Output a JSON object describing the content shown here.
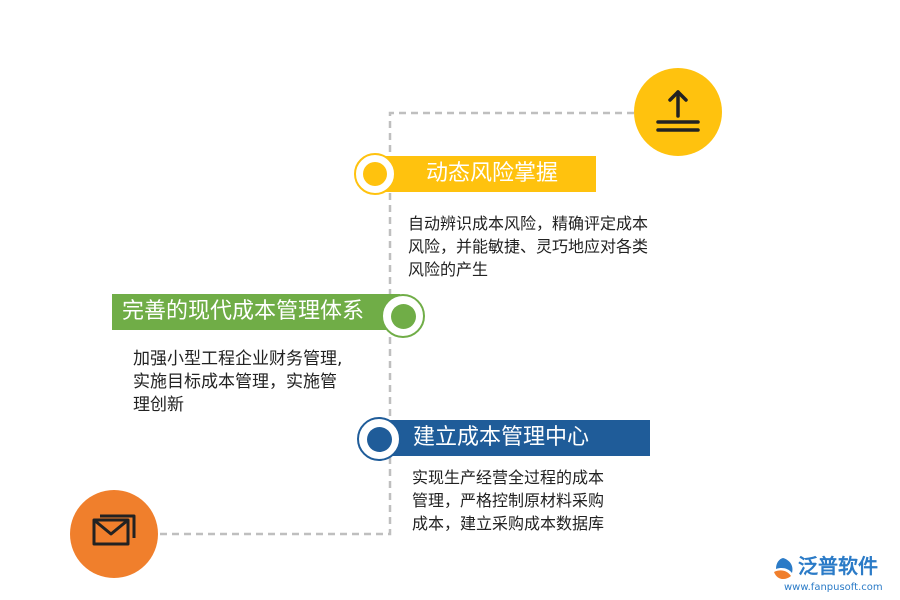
{
  "colors": {
    "yellow": "#FFC20E",
    "green": "#70AD47",
    "blue": "#1F5C99",
    "orange": "#F07F2C",
    "dash": "#BFBFBF"
  },
  "icons": {
    "top": "upload-arrow-icon",
    "bottom": "envelope-icon"
  },
  "nodes": [
    {
      "title": "动态风险掌握",
      "lines": [
        "自动辨识成本风险，精确评定成本",
        "风险，并能敏捷、灵巧地应对各类",
        "风险的产生"
      ]
    },
    {
      "title": "完善的现代成本管理体系",
      "lines": [
        "加强小型工程企业财务管理,",
        "实施目标成本管理，实施管",
        "理创新"
      ]
    },
    {
      "title": "建立成本管理中心",
      "lines": [
        "实现生产经营全过程的成本",
        "管理，严格控制原材料采购",
        "成本，建立采购成本数据库"
      ]
    }
  ],
  "logo": {
    "brand": "泛普软件",
    "url": "www.fanpusoft.com"
  }
}
